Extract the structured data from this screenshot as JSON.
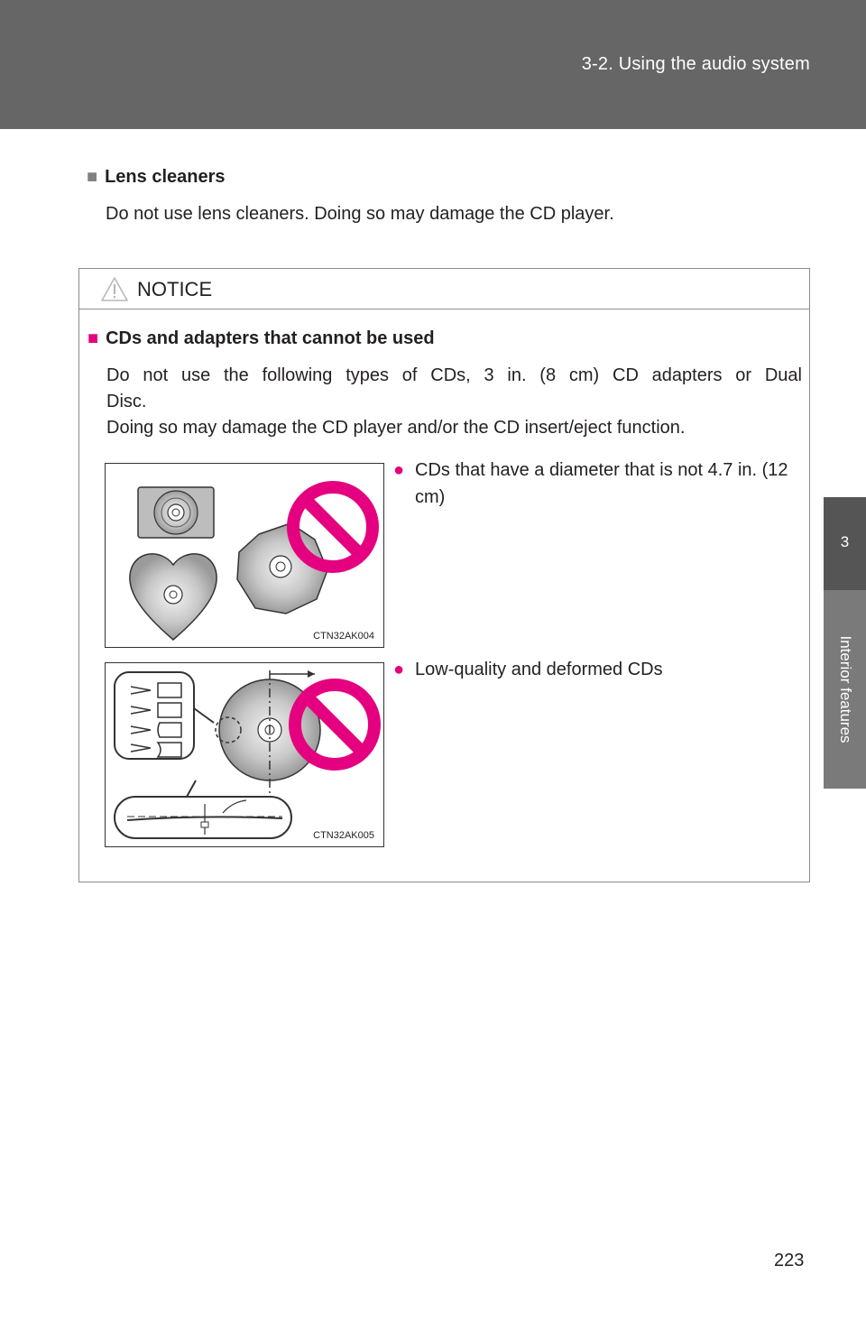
{
  "header": {
    "section_title": "3-2. Using the audio system",
    "chapter_number": "3",
    "chapter_title": "Interior features"
  },
  "lens_cleaners": {
    "bullet_glyph": "■",
    "heading": "Lens cleaners",
    "body": "Do not use lens cleaners. Doing so may damage the CD player."
  },
  "notice": {
    "label": "NOTICE",
    "icon": "warning-triangle-icon",
    "section": {
      "bullet_glyph": "■",
      "heading": "CDs and adapters that cannot be used",
      "body_line_1": "Do not use the following types of CDs, 3 in. (8 cm) CD adapters or Dual",
      "body_line_2": "Disc.",
      "body_line_3": "Doing so may damage the CD player and/or the CD insert/eject function."
    },
    "figures": [
      {
        "code": "CTN32AK004",
        "bullet_glyph": "●",
        "caption": "CDs that have a diameter that is not 4.7 in. (12 cm)",
        "icon": "prohibition-icon"
      },
      {
        "code": "CTN32AK005",
        "bullet_glyph": "●",
        "caption": "Low-quality and deformed CDs",
        "icon": "prohibition-icon"
      }
    ]
  },
  "colors": {
    "header_band": "#666666",
    "prohibition": "#e4007f",
    "bullet": "#e4007f",
    "square_bullet": "#808080"
  },
  "page_number": "223"
}
